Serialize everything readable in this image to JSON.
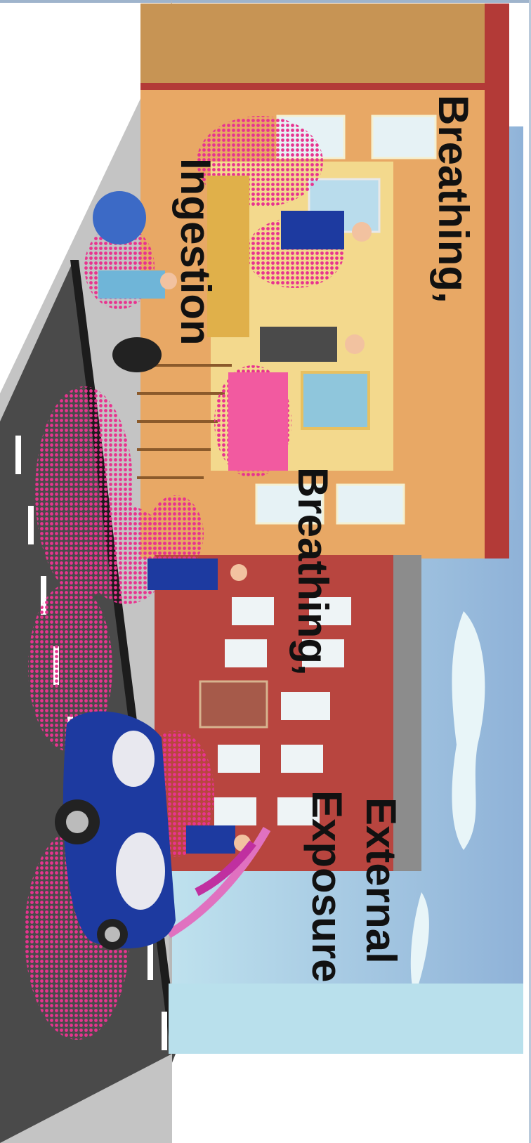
{
  "labels": {
    "breathing_top": "Breathing,",
    "ingestion": "Ingestion",
    "breathing_middle": "Breathing,",
    "external": "External",
    "exposure": "Exposure"
  },
  "colors": {
    "sky": "#a9cfe4",
    "building_tan": "#e8a865",
    "building_red": "#b8453f",
    "road": "#4a4a4a",
    "pollution": "#e8338f",
    "car": "#1d3aa0"
  }
}
